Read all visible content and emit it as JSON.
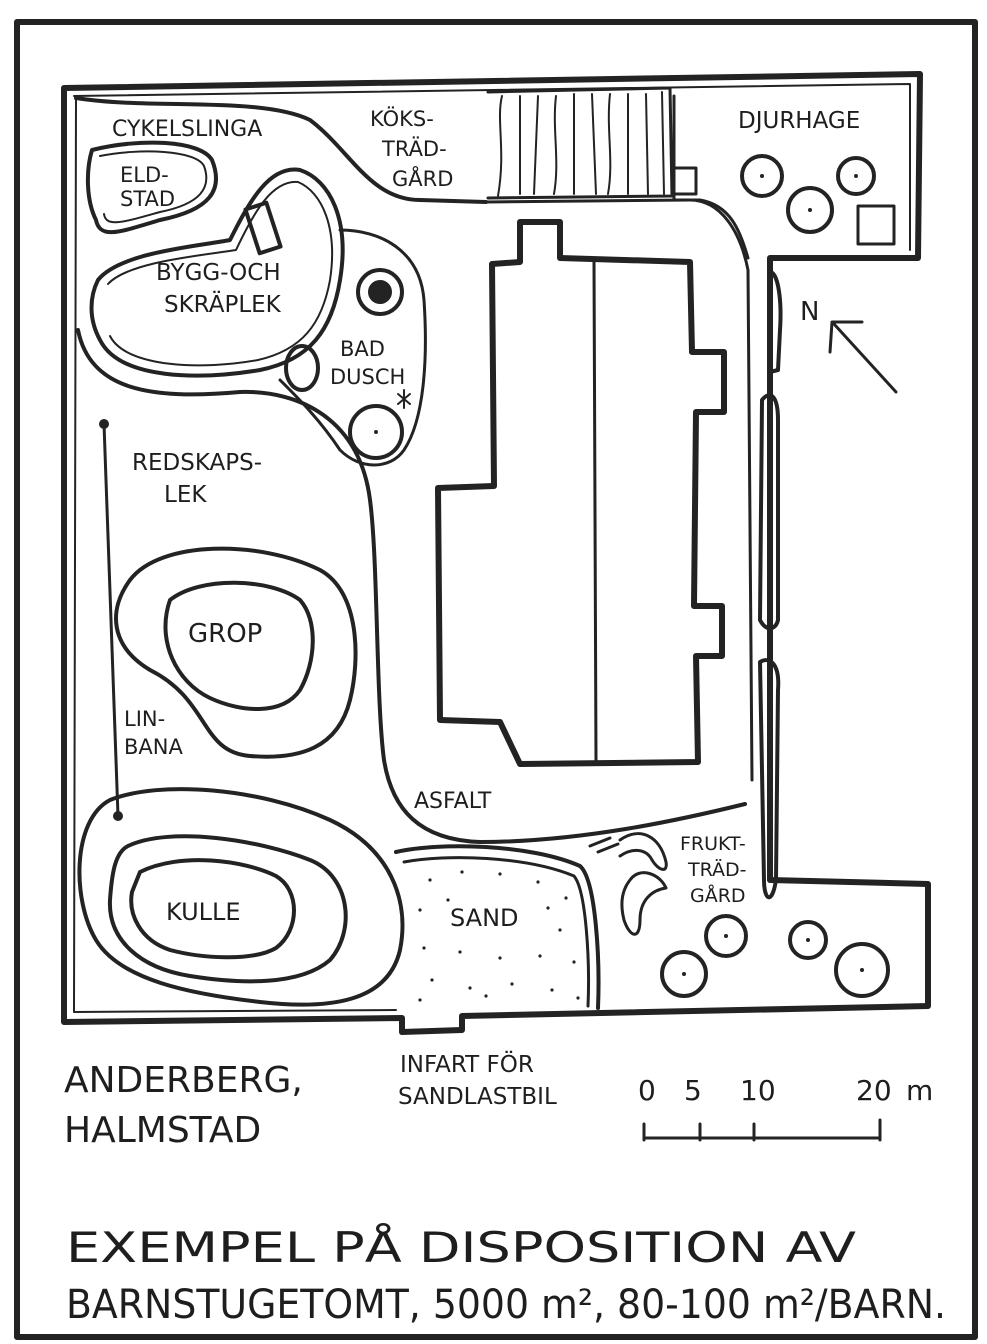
{
  "plan": {
    "labels": {
      "cykelslinga": "CYKELSLINGA",
      "koks_1": "KÖKS-",
      "koks_2": "TRÄD-",
      "koks_3": "GÅRD",
      "djurhage": "DJURHAGE",
      "eld_1": "ELD-",
      "eld_2": "STAD",
      "bygg_1": "BYGG-OCH",
      "bygg_2": "SKRÄPLEK",
      "bad_1": "BAD",
      "bad_2": "DUSCH",
      "north": "N",
      "redskap_1": "REDSKAPS-",
      "redskap_2": "LEK",
      "grop": "GROP",
      "linbana_1": "LIN-",
      "linbana_2": "BANA",
      "asfalt": "ASFALT",
      "frukt_1": "FRUKT-",
      "frukt_2": "TRÄD-",
      "frukt_3": "GÅRD",
      "kulle": "KULLE",
      "sand": "SAND"
    }
  },
  "caption": {
    "place_1": "ANDERBERG,",
    "place_2": "HALMSTAD",
    "entrance_1": "INFART FÖR",
    "entrance_2": "SANDLASTBIL",
    "title_1": "EXEMPEL PÅ DISPOSITION AV",
    "title_2": "BARNSTUGETOMT, 5000 m², 80-100 m²/BARN."
  },
  "scale_bar": {
    "ticks": [
      "0",
      "5",
      "10",
      "20"
    ],
    "unit": "m"
  },
  "colors": {
    "ink": "#232323",
    "paper": "#ffffff"
  }
}
